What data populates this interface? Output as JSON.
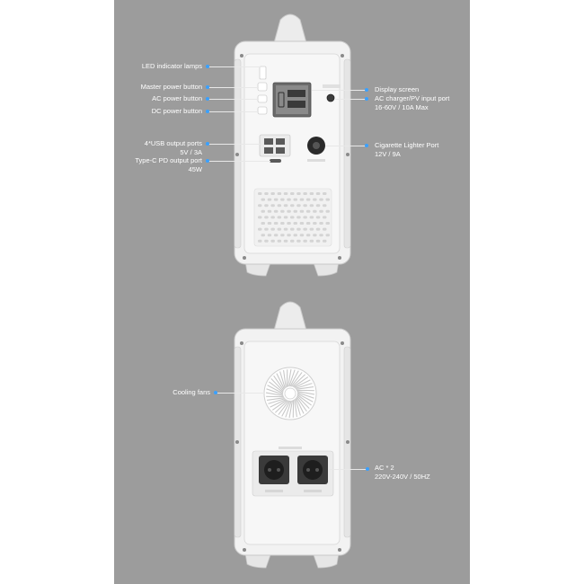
{
  "front_labels": {
    "led": "LED indicator lamps",
    "master": "Master power button",
    "ac_button": "AC power button",
    "dc_button": "DC power button",
    "usb_line1": "4*USB output ports",
    "usb_line2": "5V / 3A",
    "typec_line1": "Type-C PD output port",
    "typec_line2": "45W",
    "display": "Display screen",
    "input_line1": "AC charger/PV input port",
    "input_line2": "16-60V / 10A Max",
    "cig_line1": "Cigarette Lighter Port",
    "cig_line2": "12V / 9A"
  },
  "back_labels": {
    "fans": "Cooling fans",
    "ac_line1": "AC * 2",
    "ac_line2": "220V-240V / 50HZ"
  },
  "colors": {
    "panel": "#9c9c9c",
    "body": "#f2f2f2",
    "accent": "#3aa0ff",
    "text": "#ffffff"
  }
}
